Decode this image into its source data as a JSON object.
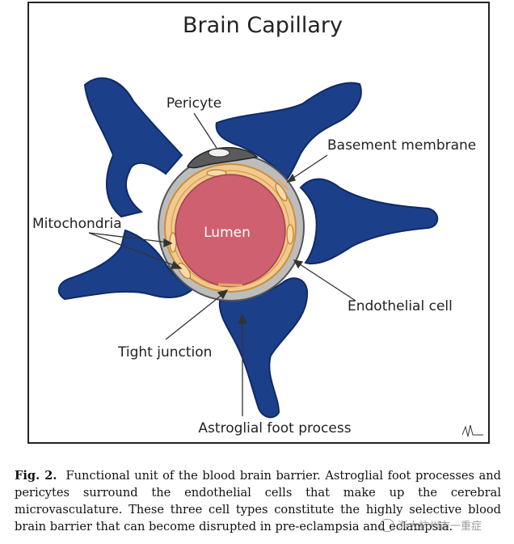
{
  "diagram": {
    "title": "Brain Capillary",
    "labels": {
      "pericyte": "Pericyte",
      "basement_membrane": "Basement membrane",
      "mitochondria": "Mitochondria",
      "lumen": "Lumen",
      "endothelial_cell": "Endothelial cell",
      "tight_junction": "Tight junction",
      "astroglial_foot_process": "Astroglial foot process"
    },
    "colors": {
      "astroglia": "#1c3f8a",
      "lumen": "#cf6070",
      "endothelium": "#f2c98e",
      "basement": "#bdbdbd",
      "pericyte": "#5a5a5a"
    }
  },
  "caption": {
    "fig_label": "Fig. 2.",
    "text": "Functional unit of the blood brain barrier. Astroglial foot processes and pericytes surround the endothelial cells that make up the cerebral microvasculature. These three cell types constitute the highly selective blood brain barrier that can become disrupted in pre-eclampsia and eclampsia."
  },
  "watermark": {
    "text": "浙大杭州市一重症"
  }
}
